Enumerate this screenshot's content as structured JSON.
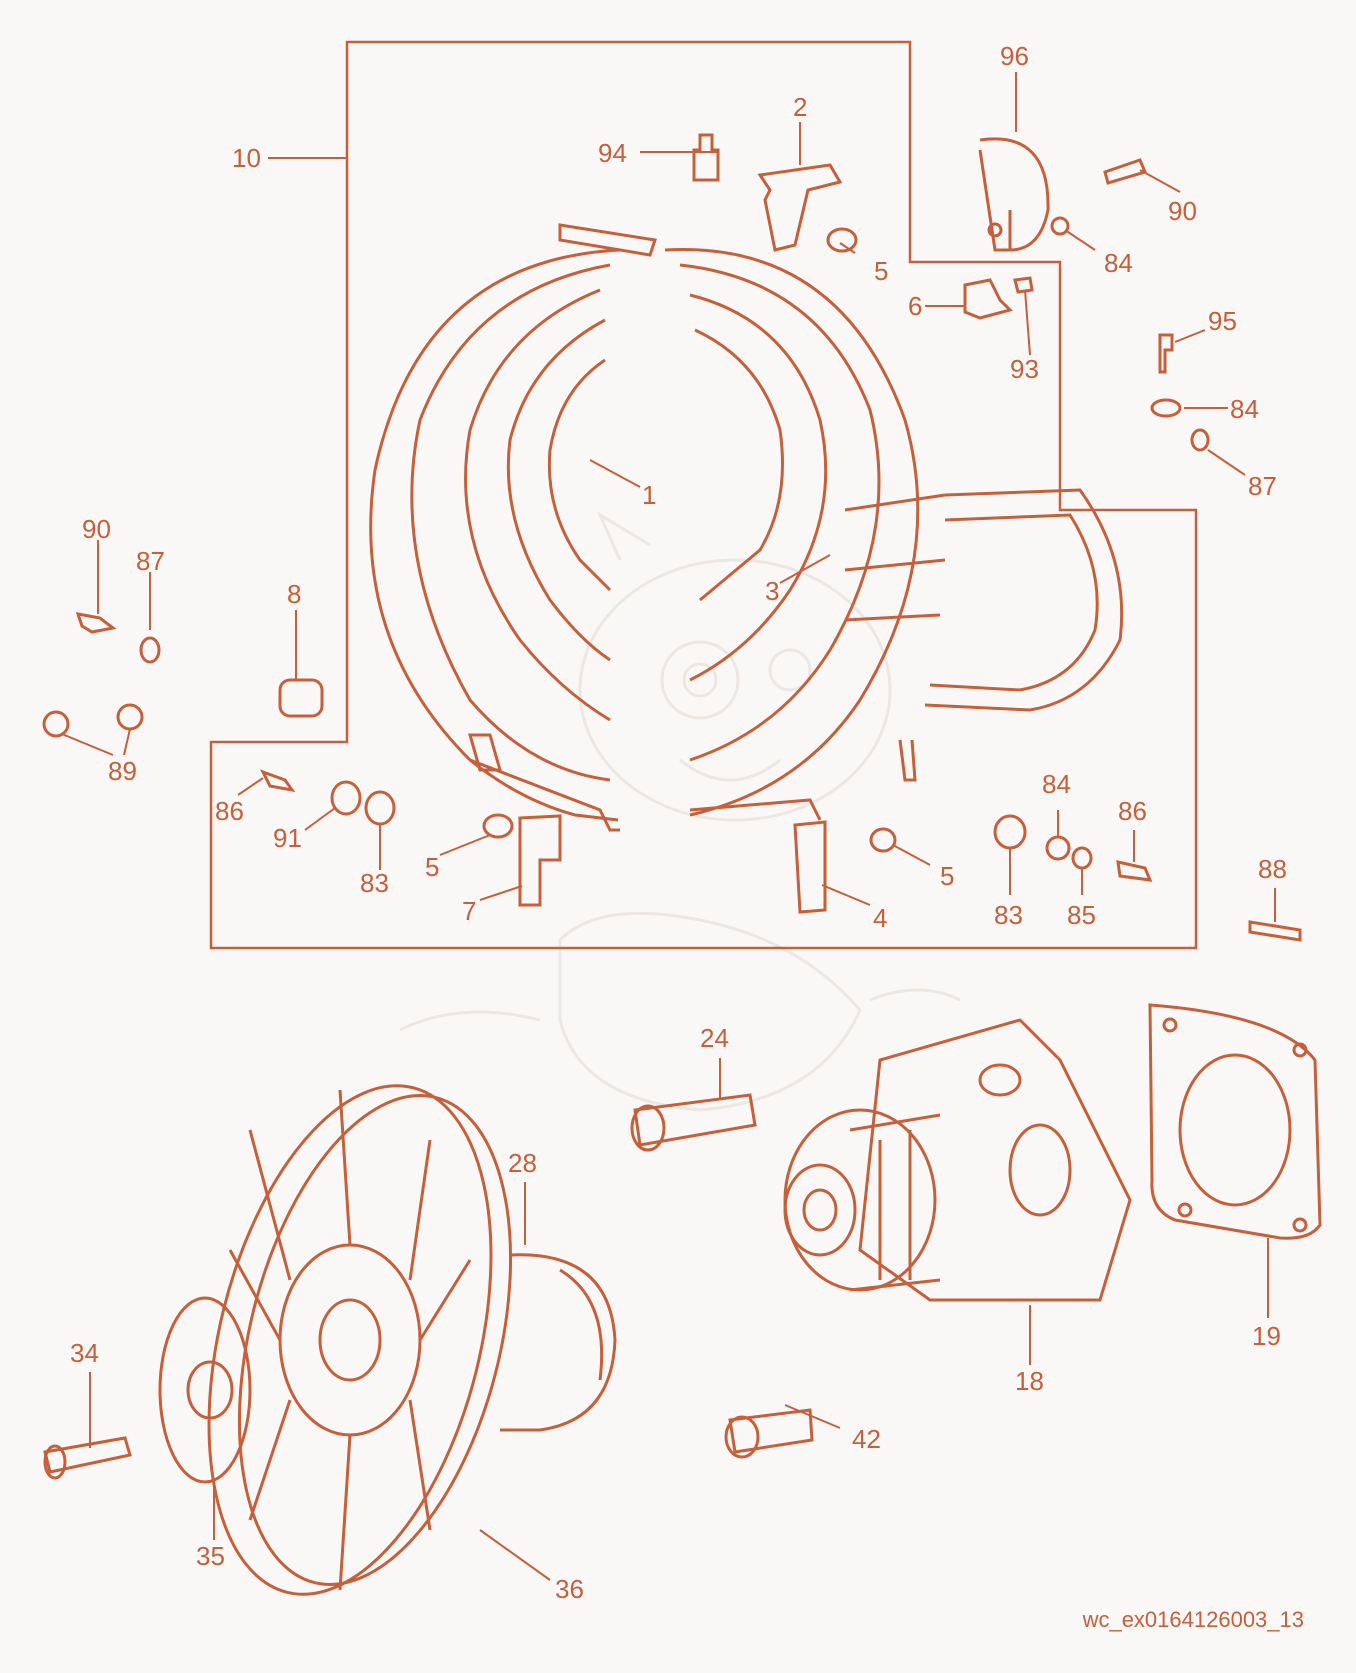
{
  "colors": {
    "ink": "#c65f3a",
    "background": "#faf8f6",
    "watermark": "#ece7e2"
  },
  "labels": {
    "l1": "1",
    "l2": "2",
    "l3": "3",
    "l4": "4",
    "l5a": "5",
    "l5b": "5",
    "l5c": "5",
    "l6": "6",
    "l7": "7",
    "l8": "8",
    "l10": "10",
    "l18": "18",
    "l19": "19",
    "l24": "24",
    "l28": "28",
    "l34": "34",
    "l35": "35",
    "l36": "36",
    "l42": "42",
    "l83a": "83",
    "l83b": "83",
    "l84a": "84",
    "l84b": "84",
    "l84c": "84",
    "l85": "85",
    "l86a": "86",
    "l86b": "86",
    "l87a": "87",
    "l87b": "87",
    "l88": "88",
    "l89": "89",
    "l90a": "90",
    "l90b": "90",
    "l91": "91",
    "l93": "93",
    "l94": "94",
    "l95": "95",
    "l96": "96"
  },
  "footer": {
    "code": "wc_ex0164126003_13"
  }
}
